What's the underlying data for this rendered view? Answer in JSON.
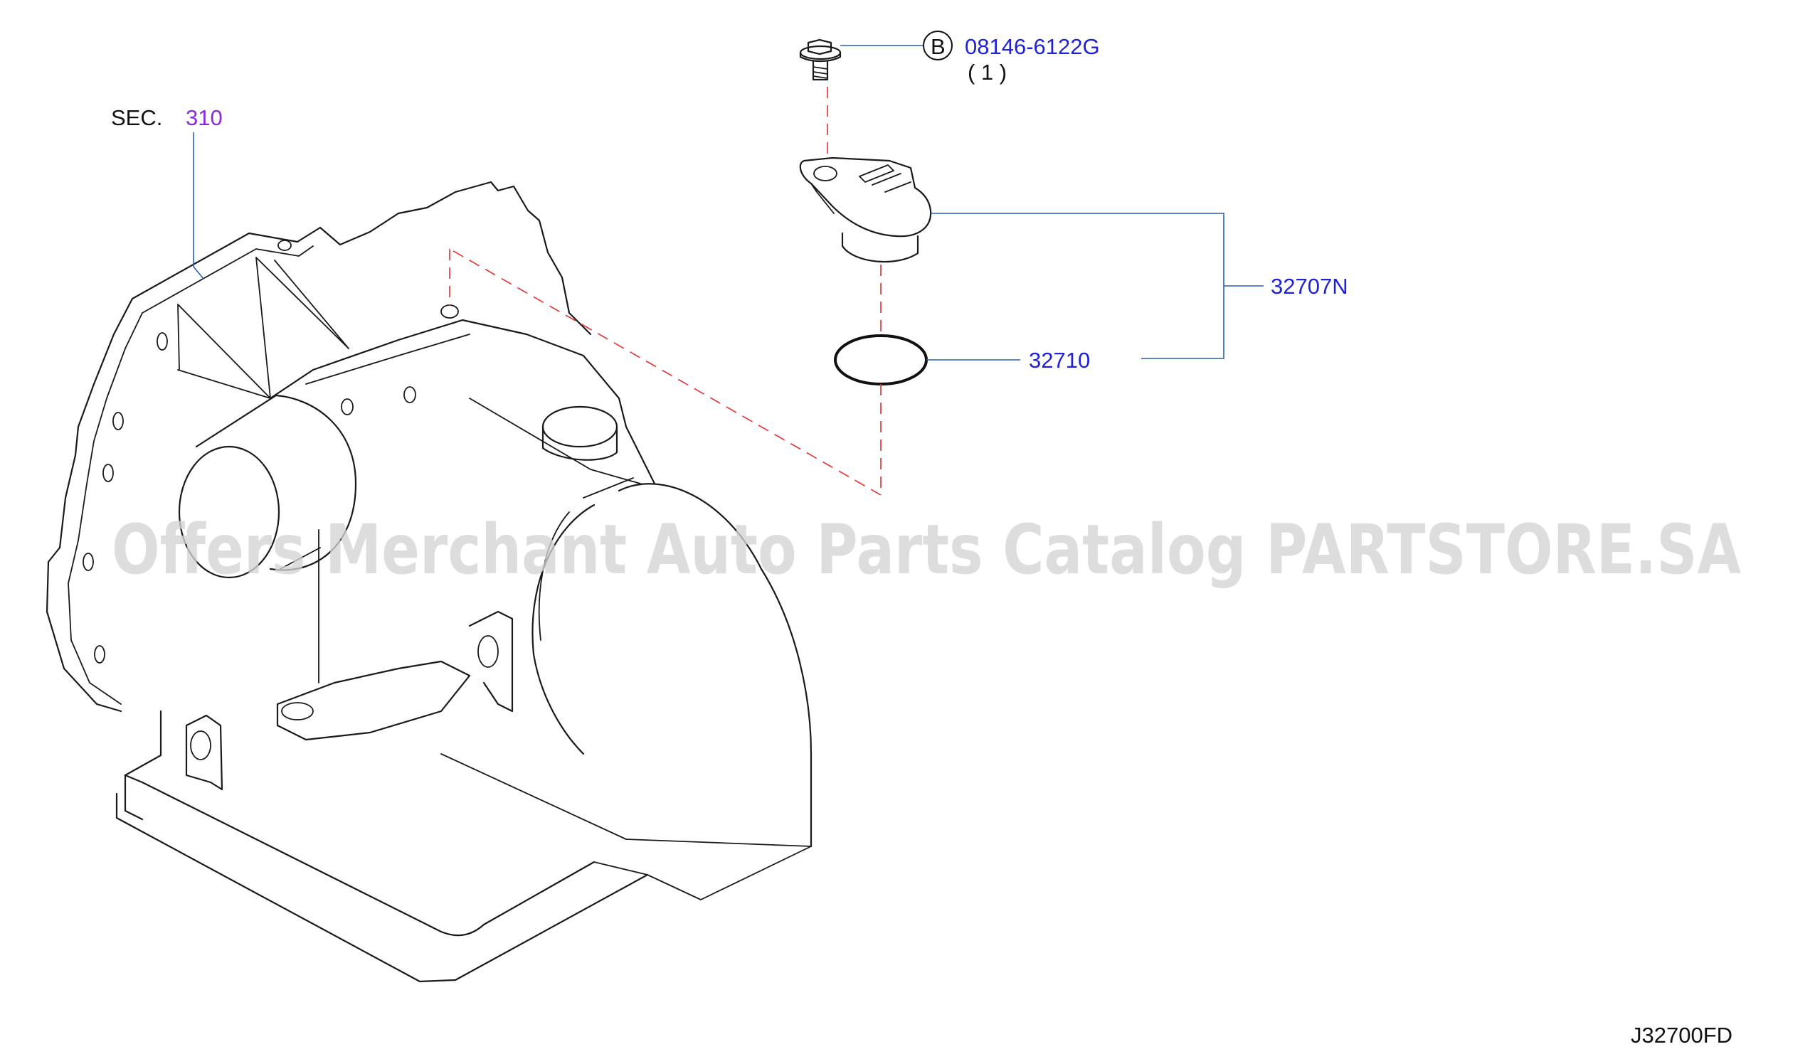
{
  "callouts": {
    "sec_prefix": "SEC.",
    "sec_number": "310",
    "bolt_badge": "B",
    "bolt_part": "08146-6122G",
    "bolt_qty": "( 1 )",
    "sensor_part": "32707N",
    "oring_part": "32710"
  },
  "watermark": "Offers Merchant Auto Parts Catalog PARTSTORE.SA",
  "diagram_code": "J32700FD",
  "colors": {
    "part_number": "#1f22d8",
    "section_ref": "#8a2be2",
    "leader": "#2a5fb0",
    "dashed_guide": "#e03a3a",
    "linework": "#1a1a1a"
  }
}
